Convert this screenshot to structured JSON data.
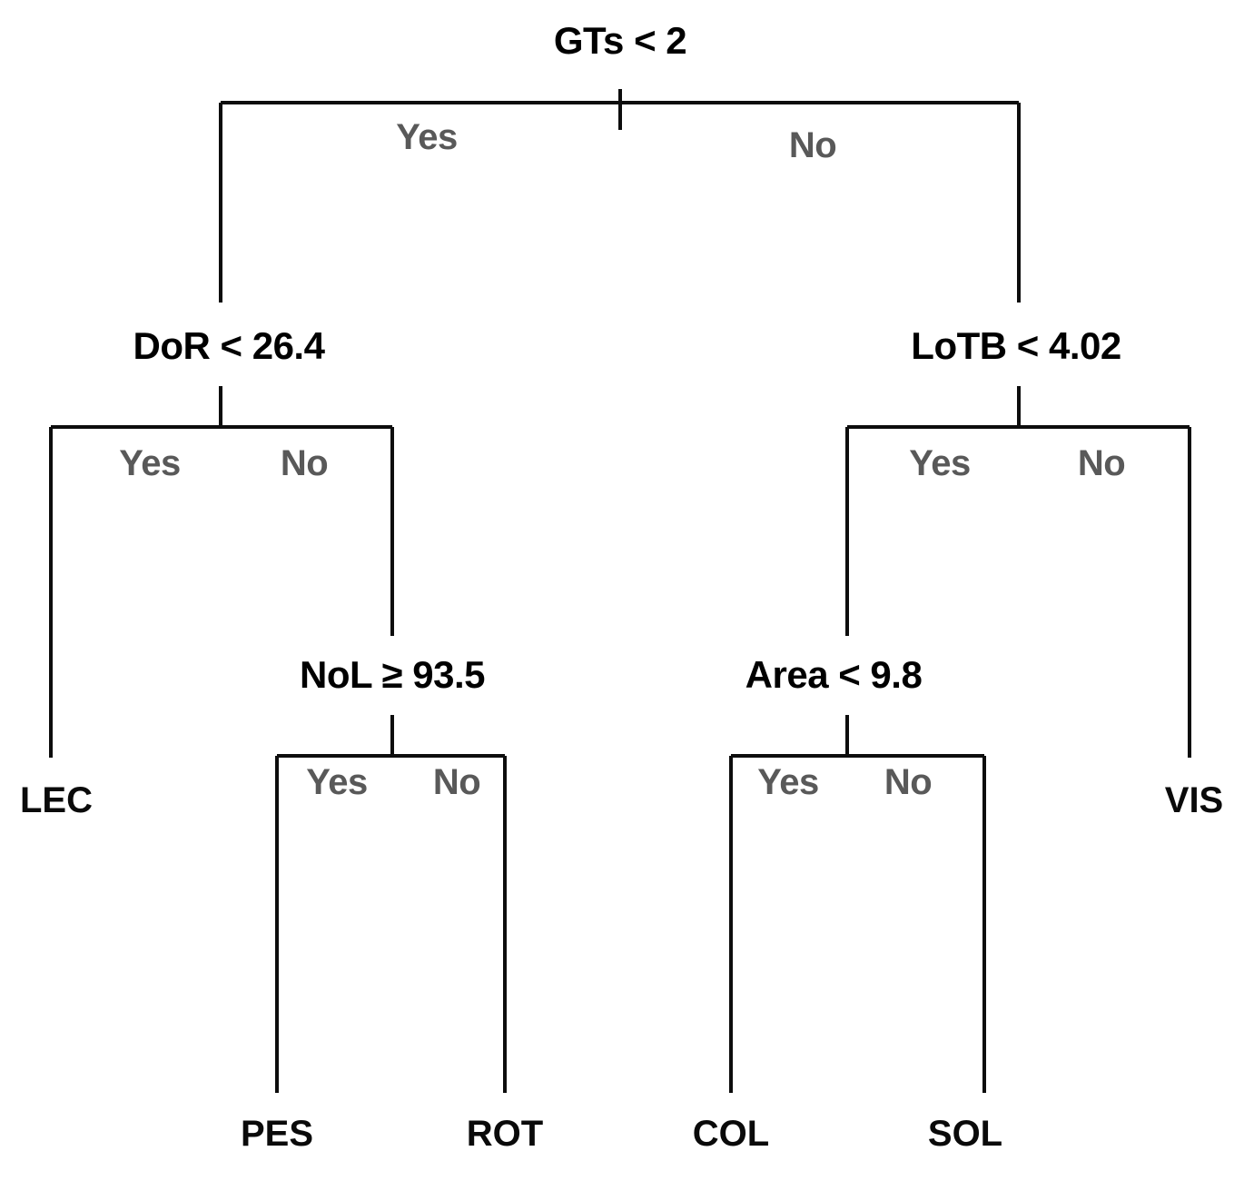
{
  "diagram": {
    "type": "decision-tree",
    "title": "",
    "colors": {
      "line": "#0d0d0d",
      "split_text": "#000000",
      "leaf_text": "#0a0a0a",
      "branch_text": "#595959",
      "background": "#ffffff"
    },
    "branch_labels": {
      "yes": "Yes",
      "no": "No"
    },
    "nodes": {
      "root": {
        "label": "GTs < 2",
        "feature": "GTs",
        "operator": "<",
        "threshold": "2"
      },
      "left": {
        "label": "DoR < 26.4",
        "feature": "DoR",
        "operator": "<",
        "threshold": "26.4"
      },
      "right": {
        "label": "LoTB < 4.02",
        "feature": "LoTB",
        "operator": "<",
        "threshold": "4.02"
      },
      "left_right": {
        "label": "NoL ≥ 93.5",
        "feature": "NoL",
        "operator": "≥",
        "threshold": "93.5"
      },
      "right_left": {
        "label": "Area < 9.8",
        "feature": "Area",
        "operator": "<",
        "threshold": "9.8"
      }
    },
    "leaves": {
      "lec": "LEC",
      "pes": "PES",
      "rot": "ROT",
      "col": "COL",
      "sol": "SOL",
      "vis": "VIS"
    },
    "branch_texts": {
      "root_yes": "Yes",
      "root_no": "No",
      "dor_yes": "Yes",
      "dor_no": "No",
      "lotb_yes": "Yes",
      "lotb_no": "No",
      "nol_yes": "Yes",
      "nol_no": "No",
      "area_yes": "Yes",
      "area_no": "No"
    }
  }
}
